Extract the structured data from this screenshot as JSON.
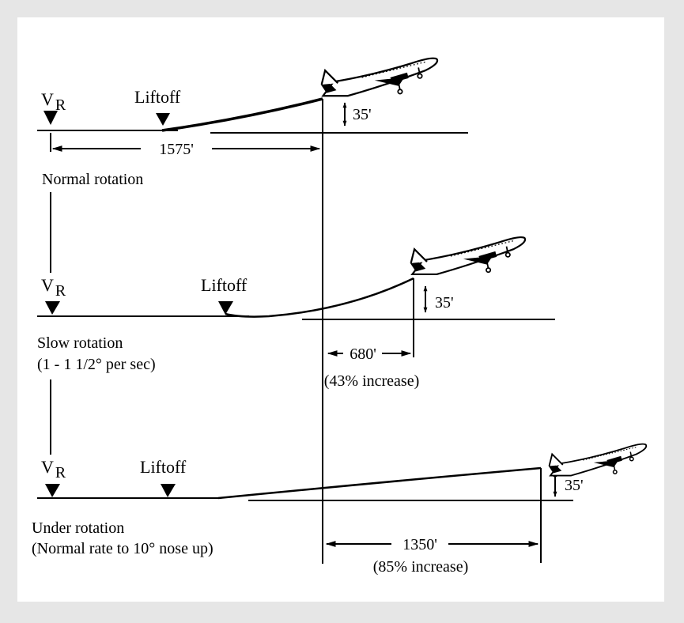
{
  "background_color": "#e6e6e6",
  "panel_color": "#ffffff",
  "ink_color": "#000000",
  "scenarios": [
    {
      "vr_label": "V",
      "vr_subscript": "R",
      "liftoff_label": "Liftoff",
      "height_label": "35'",
      "distance_label": "1575'",
      "name_line1": "Normal rotation",
      "name_line2": ""
    },
    {
      "vr_label": "V",
      "vr_subscript": "R",
      "liftoff_label": "Liftoff",
      "height_label": "35'",
      "distance_label": "680'",
      "increase_label": "(43% increase)",
      "name_line1": "Slow rotation",
      "name_line2": "(1 - 1 1/2° per sec)"
    },
    {
      "vr_label": "V",
      "vr_subscript": "R",
      "liftoff_label": "Liftoff",
      "height_label": "35'",
      "distance_label": "1350'",
      "increase_label": "(85% increase)",
      "name_line1": "Under rotation",
      "name_line2": "(Normal rate to 10° nose up)"
    }
  ],
  "icons": [
    "vr-marker-icon",
    "liftoff-marker-icon",
    "airplane-icon",
    "double-arrow-icon"
  ]
}
